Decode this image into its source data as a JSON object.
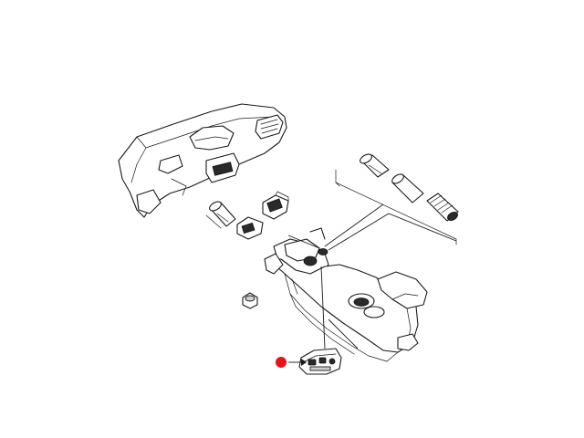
{
  "diagram": {
    "parts": [
      {
        "id": "dashboard-assembly"
      },
      {
        "id": "cigarette-lighter-set"
      },
      {
        "id": "power-socket"
      },
      {
        "id": "switch-module-square"
      },
      {
        "id": "cap-nut"
      },
      {
        "id": "center-console"
      },
      {
        "id": "usb-aux-port-module"
      }
    ],
    "highlight": {
      "target": "usb-aux-port-module",
      "color": "#e8121b"
    }
  }
}
